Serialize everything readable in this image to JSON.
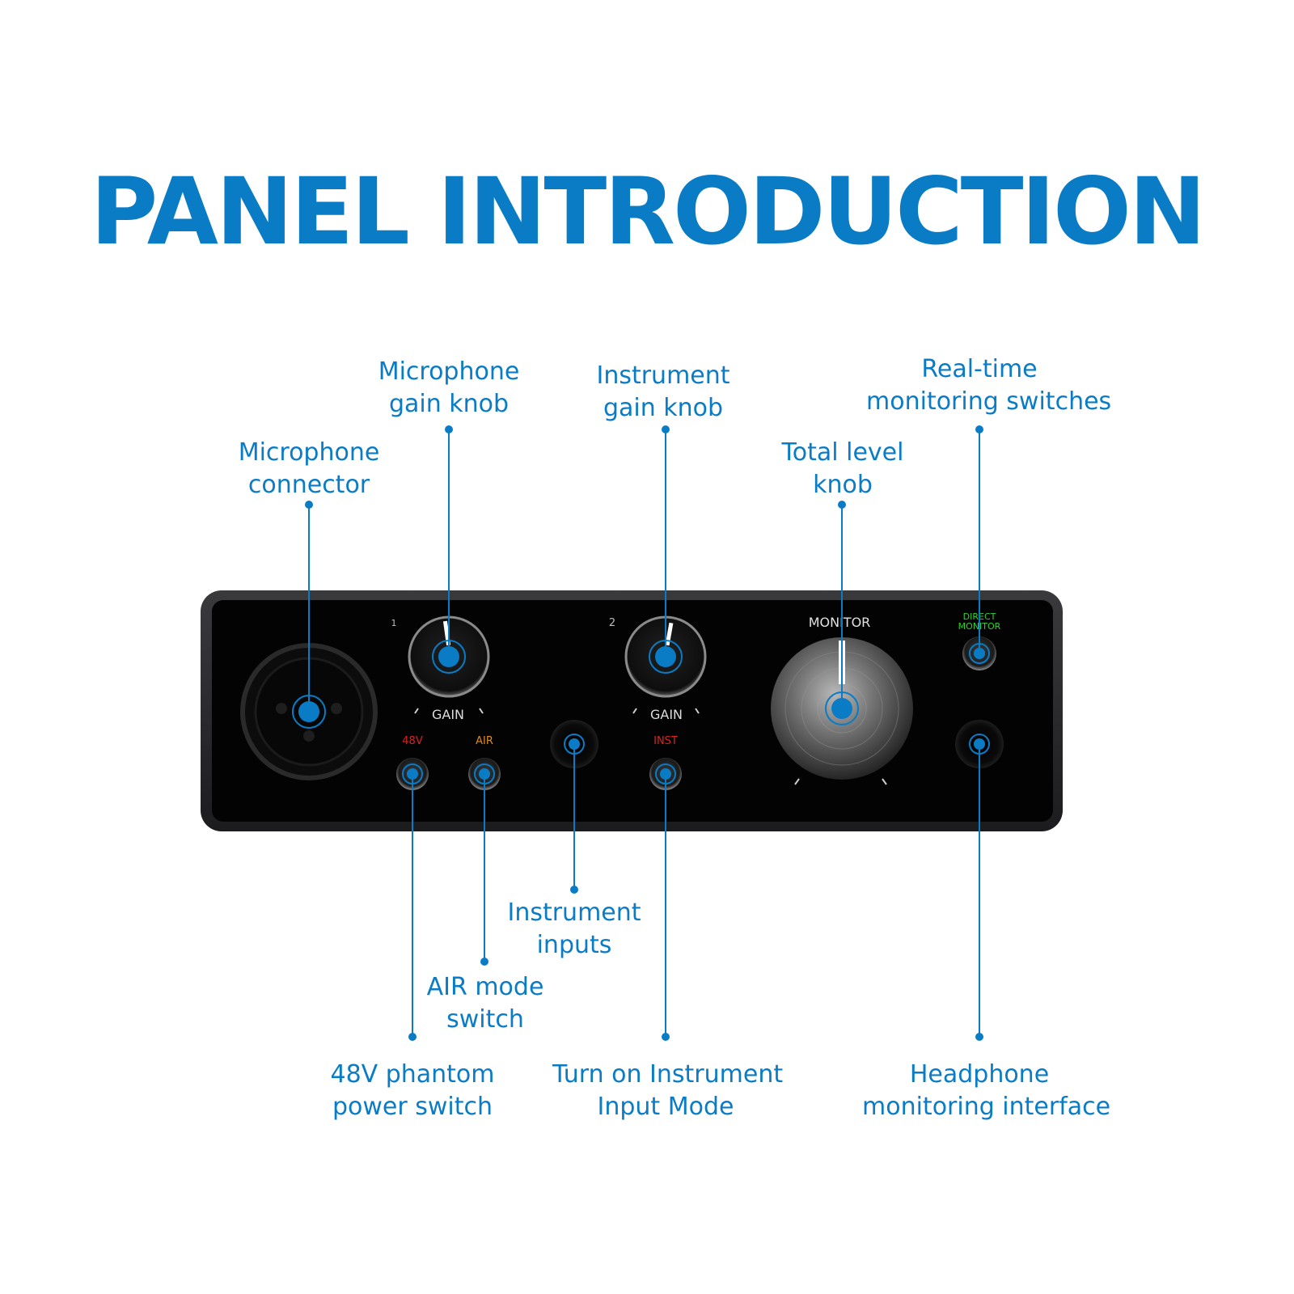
{
  "title": "PANEL INTRODUCTION",
  "colors": {
    "accent": "#0a7cc6",
    "panel": "#050505",
    "frame": "#2b2b2d",
    "led_red": "#e02020",
    "led_orange": "#e08a1a",
    "led_green": "#2ed02e"
  },
  "panel": {
    "channel_1": "1",
    "channel_2": "2",
    "gain_1": "GAIN",
    "gain_2": "GAIN",
    "phantom": "48V",
    "air": "AIR",
    "inst": "INST",
    "monitor": "MONITOR",
    "direct_monitor_1": "DIRECT",
    "direct_monitor_2": "MONITOR"
  },
  "callouts": {
    "mic_connector": [
      "Microphone",
      "connector"
    ],
    "mic_gain": [
      "Microphone",
      "gain knob"
    ],
    "inst_gain": [
      "Instrument",
      "gain knob"
    ],
    "realtime": [
      "Real-time",
      "monitoring switches"
    ],
    "total_level": [
      "Total level",
      "knob"
    ],
    "inst_inputs": [
      "Instrument",
      "inputs"
    ],
    "air_mode": [
      "AIR mode",
      "switch"
    ],
    "phantom": [
      "48V phantom",
      "power switch"
    ],
    "inst_mode": [
      "Turn on Instrument",
      "Input Mode"
    ],
    "headphone": [
      "Headphone",
      "monitoring interface"
    ]
  }
}
